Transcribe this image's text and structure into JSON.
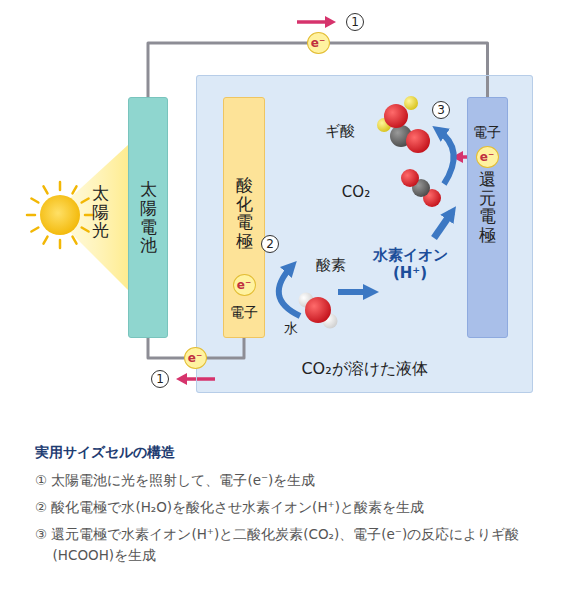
{
  "diagram": {
    "title": "実用サイズセルの構造",
    "nodes": [
      {
        "text": [
          "e⁻"
        ]
      },
      {
        "text": [
          "太陽電池"
        ]
      },
      {
        "text": [
          "CO₂が溶けた液体"
        ]
      },
      {
        "text": [
          "酸化電極"
        ],
        "in": 2
      },
      {
        "text": [
          "e⁻"
        ],
        "in": 3
      },
      {
        "text": [
          "還元電極"
        ],
        "in": 2
      },
      {
        "text": [
          "e⁻"
        ],
        "in": 5
      },
      {
        "text": [
          "e⁻"
        ]
      }
    ],
    "edges": [
      {
        "from": 1,
        "to": 5,
        "arrow": "none"
      },
      {
        "from": 1,
        "to": 3,
        "arrow": "none"
      }
    ],
    "labels": [
      "1",
      "太陽光",
      "2",
      "電子",
      "水",
      "酸素",
      "水素イオン (H⁺)",
      "CO₂",
      "ギ酸",
      "3",
      "電子",
      "1",
      "① 太陽電池に光を照射して、電子(e⁻)を生成",
      "② 酸化電極で水(H₂O)を酸化させ水素イオン(H⁺)と酸素を生成",
      "③ 還元電極で水素イオン(H⁺)と二酸化炭素(CO₂)、電子(e⁻)の反応によりギ酸(HCOOH)を生成"
    ]
  }
}
